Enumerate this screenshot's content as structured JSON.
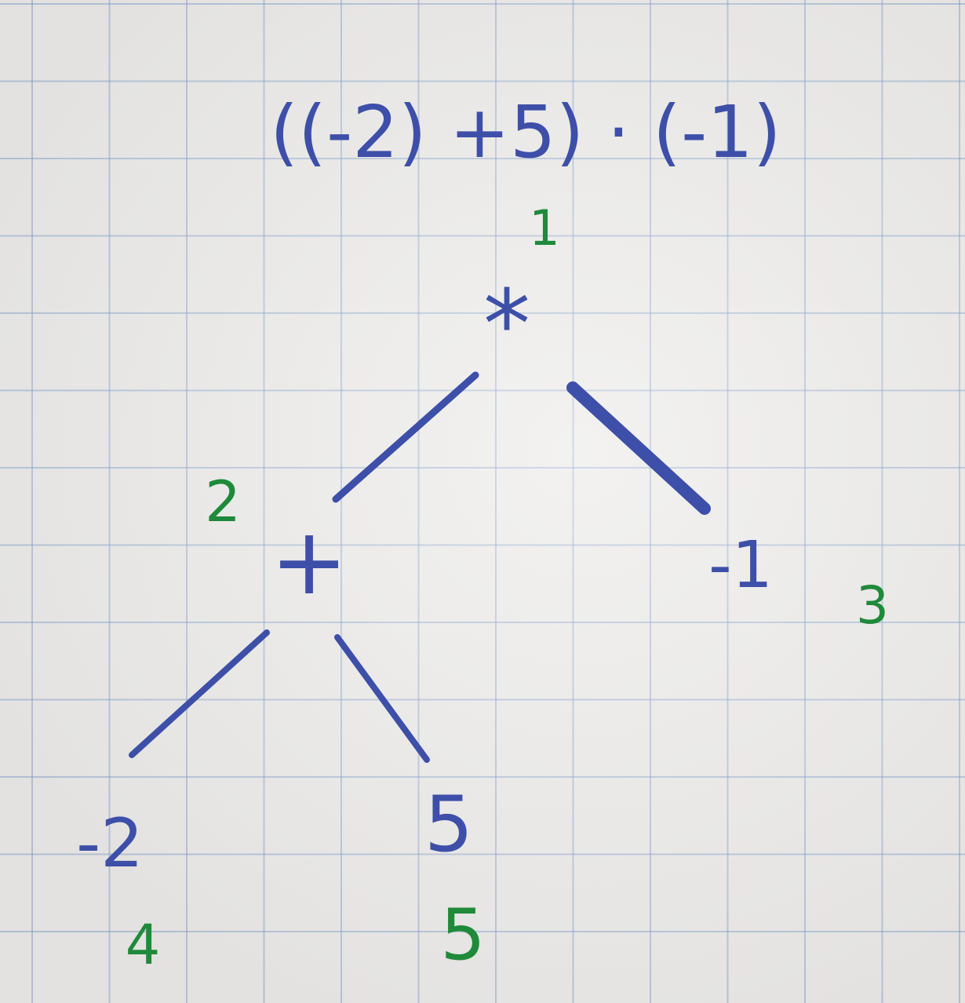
{
  "expression": "((-2) +5) · (-1)",
  "colors": {
    "ink_blue": "#3d4fa8",
    "ink_green": "#1f8a3a",
    "grid": "#7896c8",
    "paper": "#ecebe9"
  },
  "tree": {
    "root": {
      "symbol": "*",
      "order": "1"
    },
    "plus": {
      "symbol": "+",
      "order": "2"
    },
    "minus_one": {
      "symbol": "-1",
      "order": "3"
    },
    "minus_two": {
      "symbol": "-2",
      "order": "4"
    },
    "five": {
      "symbol": "5",
      "order": "5"
    }
  }
}
